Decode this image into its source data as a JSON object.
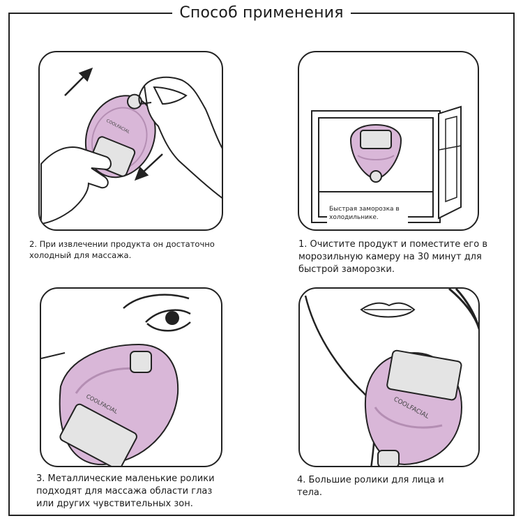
{
  "title": "Способ применения",
  "brand": "COOLFACIAL",
  "colors": {
    "device_body": "#d9b7d8",
    "device_rim": "#c7a0c6",
    "metal": "#e4e4e4",
    "outline": "#222222"
  },
  "steps": [
    {
      "number": 2,
      "caption": "2. При извлечении продукта он достаточно холодный для массажа."
    },
    {
      "number": 1,
      "caption": "1. Очистите продукт и поместите его в морозильную камеру на 30 минут для быстрой заморозки.",
      "freezer_label": "Быстрая заморозка в холодильнике."
    },
    {
      "number": 3,
      "caption": "3. Металлические маленькие ролики подходят для массажа области глаз или других чувствительных зон."
    },
    {
      "number": 4,
      "caption": "4. Большие ролики для лица и тела."
    }
  ],
  "icons": {
    "arrow_up": "arrow-up-right-icon",
    "arrow_down": "arrow-down-left-icon"
  }
}
